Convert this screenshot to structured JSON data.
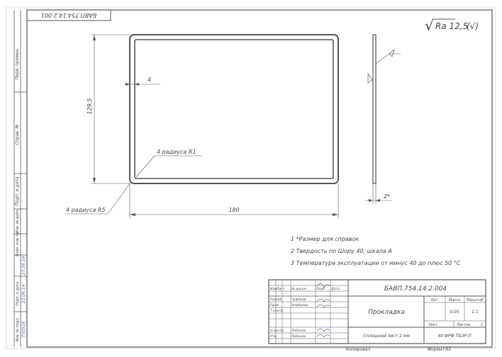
{
  "drawing": {
    "code_top": "БАВП.754.14.2.001",
    "code_main": "БАВП.754.14.2.004",
    "title": "Прокладка",
    "subtitle": "Сплошной лист 2 мм",
    "material": "40 ФРФ ТБЗР-П"
  },
  "dimensions": {
    "width": "180",
    "height": "129,5",
    "thickness": "2*",
    "gap": "4",
    "radius_inner": "4 радиуса R1",
    "radius_outer": "4 радиуса R5"
  },
  "roughness": {
    "symbol": "√",
    "value": "Ra 12,5",
    "suffix": "(√)"
  },
  "notes": [
    "1   *Размер для справок",
    "2   Твердость по Шору 40, шкала А",
    "3   Температура эксплуатации от минус 40 до плюс 50 °С"
  ],
  "titleblock": {
    "lit_label": "Лит.",
    "mass_label": "Масса",
    "scale_label": "Масштаб",
    "mass_value": "0,05",
    "scale_value": "1:1",
    "sheet_label": "Лист",
    "sheets_label": "Листов",
    "sheets_value": "1",
    "copied_label": "Копировал",
    "format_label": "Формат",
    "format_value": "А3",
    "rows": [
      {
        "role": "Изм.",
        "name": "Лист",
        "doc": "№ докум.",
        "sign": "Подп.",
        "date": "Дата"
      },
      {
        "role": "Разраб.",
        "name": "Чуфянов",
        "doc": "",
        "sign": "",
        "date": ""
      },
      {
        "role": "Пров.",
        "name": "Анфёрова",
        "doc": "",
        "sign": "",
        "date": ""
      },
      {
        "role": "Т.контр.",
        "name": "",
        "doc": "",
        "sign": "",
        "date": ""
      },
      {
        "role": "Н.контр.",
        "name": "Лобанов",
        "doc": "",
        "sign": "",
        "date": ""
      },
      {
        "role": "Утв.",
        "name": "Лобанов",
        "doc": "",
        "sign": "",
        "date": ""
      }
    ]
  },
  "left_margin": {
    "labels": [
      "Перв. примен.",
      "Справ. №",
      "Подп. и дата",
      "Инв. № дубл.",
      "Взам. инв. №",
      "Подп. и дата",
      "Инв. № подл."
    ],
    "stamps": [
      "27.06.14",
      "22.06.14",
      "750516"
    ]
  }
}
